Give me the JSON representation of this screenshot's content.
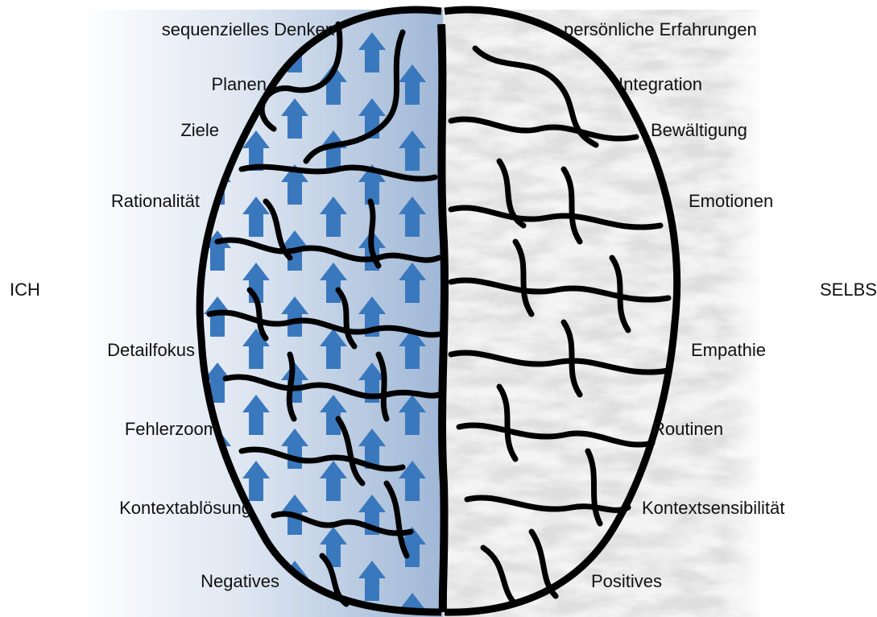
{
  "side_labels": {
    "left": "ICH",
    "right": "SELBST"
  },
  "left_hemisphere": {
    "labels": [
      "sequenzielles Denken",
      "Planen",
      "Ziele",
      "Rationalität",
      "Detailfokus",
      "Fehlerzoom",
      "Kontextablösung",
      "Negatives"
    ],
    "pattern": "upward-arrow-icon",
    "arrow_color": "#3a78bd",
    "gradient_colors": [
      "#ffffff",
      "#dfe7f2",
      "#9fb7d6"
    ]
  },
  "right_hemisphere": {
    "labels": [
      "persönliche Erfahrungen",
      "Integration",
      "Bewältigung",
      "Emotionen",
      "Empathie",
      "Routinen",
      "Kontextsensibilität",
      "Positives"
    ],
    "texture": "marble",
    "texture_colors": [
      "#c9c9c9",
      "#f4f4f4"
    ]
  },
  "outline_color": "#000000"
}
